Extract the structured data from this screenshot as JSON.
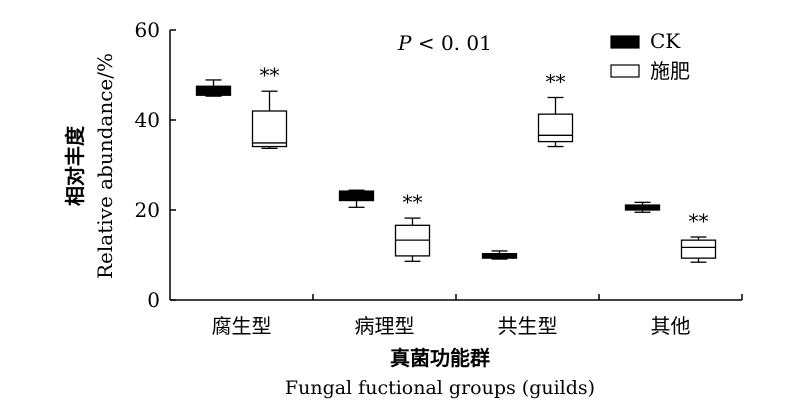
{
  "chart_data": {
    "type": "box",
    "annotation_p": "P",
    "annotation_rest": " < 0. 01",
    "ylabel_cn": "相对丰度",
    "ylabel_en": "Relative abundance/%",
    "xlabel_cn": "真菌功能群",
    "xlabel_en": "Fungal fuctional groups (guilds)",
    "ylim": [
      0,
      60
    ],
    "yticks": [
      "0",
      "20",
      "40",
      "60"
    ],
    "categories": [
      "腐生型",
      "病理型",
      "共生型",
      "其他"
    ],
    "significance_label": "**",
    "legend_position": "top-right",
    "series": [
      {
        "name": "CK",
        "fill": "#000000",
        "boxes": [
          {
            "min": 45.3,
            "q1": 45.5,
            "median": 46.4,
            "q3": 47.5,
            "max": 48.9
          },
          {
            "min": 20.6,
            "q1": 22.1,
            "median": 23.2,
            "q3": 24.2,
            "max": 24.4
          },
          {
            "min": 9.1,
            "q1": 9.3,
            "median": 9.8,
            "q3": 10.3,
            "max": 10.9
          },
          {
            "min": 19.5,
            "q1": 20.0,
            "median": 20.6,
            "q3": 21.1,
            "max": 21.7
          }
        ],
        "significant": [
          false,
          false,
          false,
          false
        ]
      },
      {
        "name": "施肥",
        "fill": "#ffffff",
        "boxes": [
          {
            "min": 33.7,
            "q1": 34.1,
            "median": 34.9,
            "q3": 42.0,
            "max": 46.4
          },
          {
            "min": 8.6,
            "q1": 9.8,
            "median": 13.3,
            "q3": 16.6,
            "max": 18.2
          },
          {
            "min": 34.1,
            "q1": 35.2,
            "median": 36.6,
            "q3": 41.3,
            "max": 45.0
          },
          {
            "min": 8.4,
            "q1": 9.3,
            "median": 11.7,
            "q3": 13.3,
            "max": 14.0
          }
        ],
        "significant": [
          true,
          true,
          true,
          true
        ]
      }
    ]
  }
}
